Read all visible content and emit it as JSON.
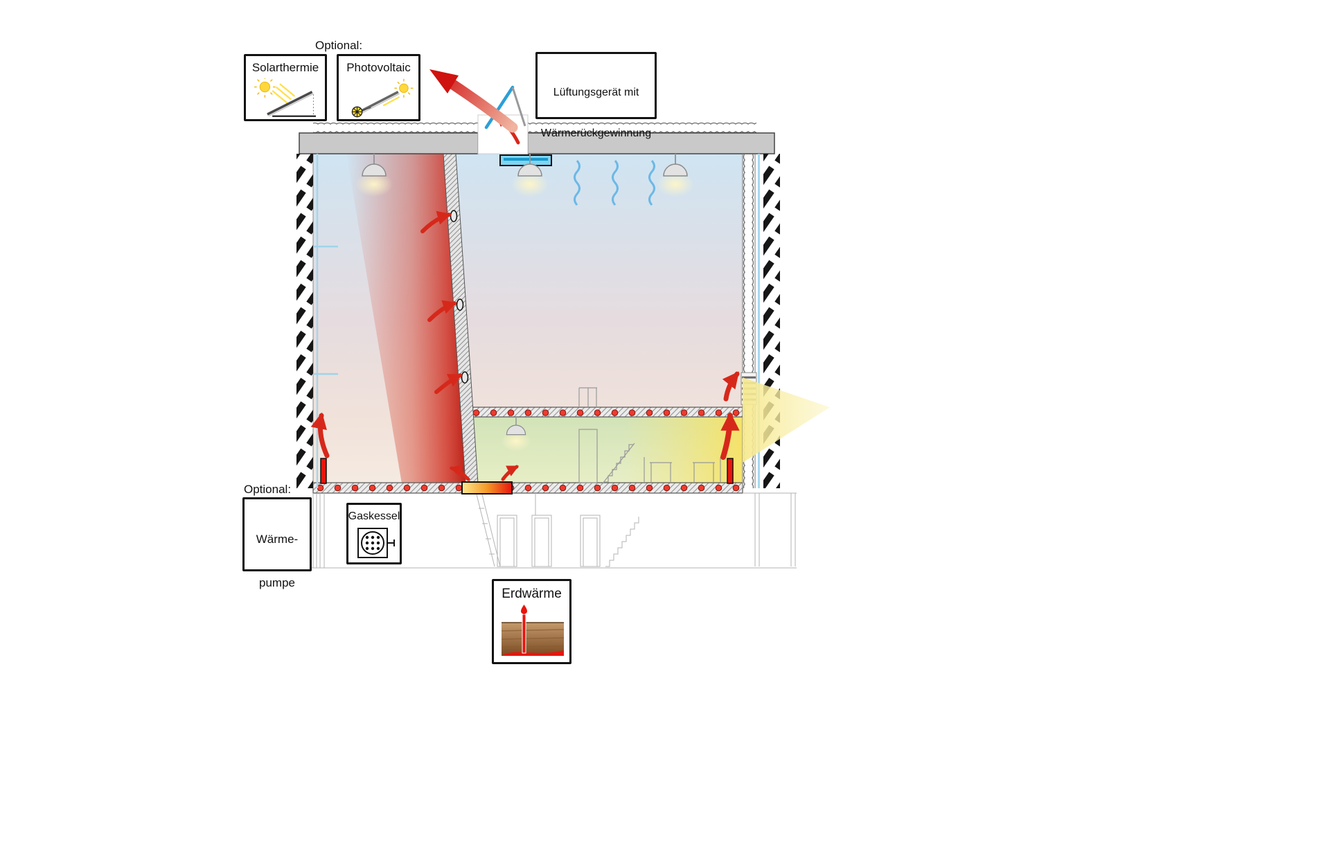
{
  "labels": {
    "optional_top": "Optional:",
    "optional_bottom": "Optional:"
  },
  "legend": {
    "solarthermie": {
      "title": "Solarthermie"
    },
    "photovoltaic": {
      "title": "Photovoltaic"
    },
    "ventilation": {
      "title_line1": "Lüftungsgerät mit",
      "title_line2": "Wärmerückgewinnung"
    },
    "heat_pump": {
      "title_line1": "Wärme-",
      "title_line2": "pumpe"
    },
    "gas_boiler": {
      "title": "Gaskessel"
    },
    "geothermal": {
      "title": "Erdwärme"
    }
  },
  "colors": {
    "accent_red": "#e8150d",
    "accent_blue": "#29abe2",
    "accent_yellow": "#ffd400",
    "wall_gray": "#c9c9c9",
    "zone_green": "#d9e6bc",
    "sunbeam_yellow": "#f7eda0"
  }
}
